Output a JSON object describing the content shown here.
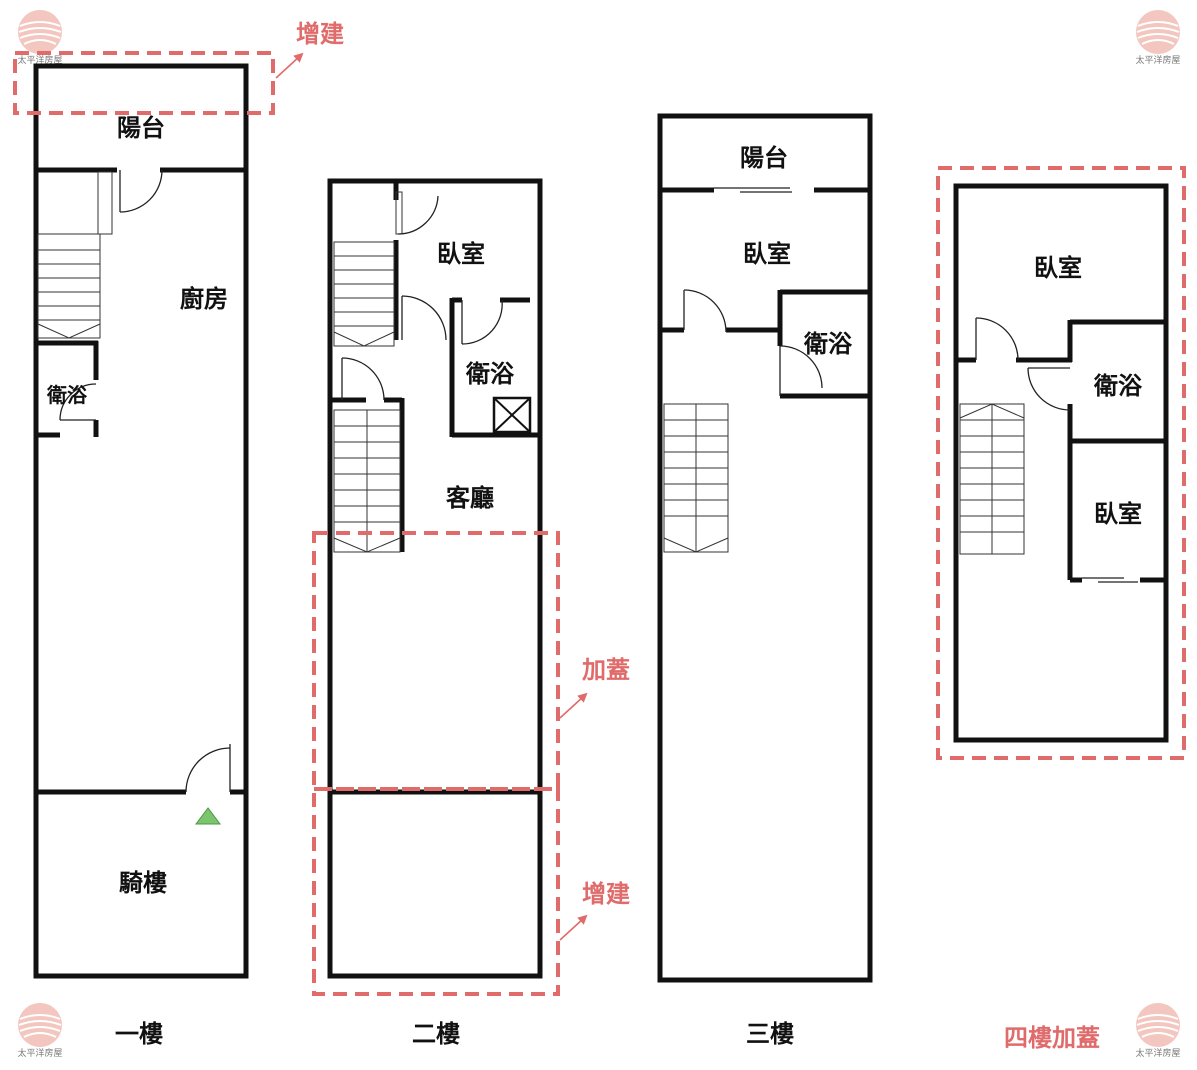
{
  "brand": {
    "name": "太平洋房屋",
    "accent_color": "#e06b6b"
  },
  "floors": [
    {
      "label": "一樓",
      "rooms": [
        "陽台",
        "廚房",
        "衛浴",
        "騎樓"
      ],
      "note": "增建"
    },
    {
      "label": "二樓",
      "rooms": [
        "臥室",
        "衛浴",
        "客廳"
      ],
      "notes": [
        "加蓋",
        "增建"
      ]
    },
    {
      "label": "三樓",
      "rooms": [
        "陽台",
        "臥室",
        "衛浴"
      ]
    },
    {
      "label": "四樓加蓋",
      "rooms": [
        "臥室",
        "衛浴",
        "臥室"
      ]
    }
  ]
}
